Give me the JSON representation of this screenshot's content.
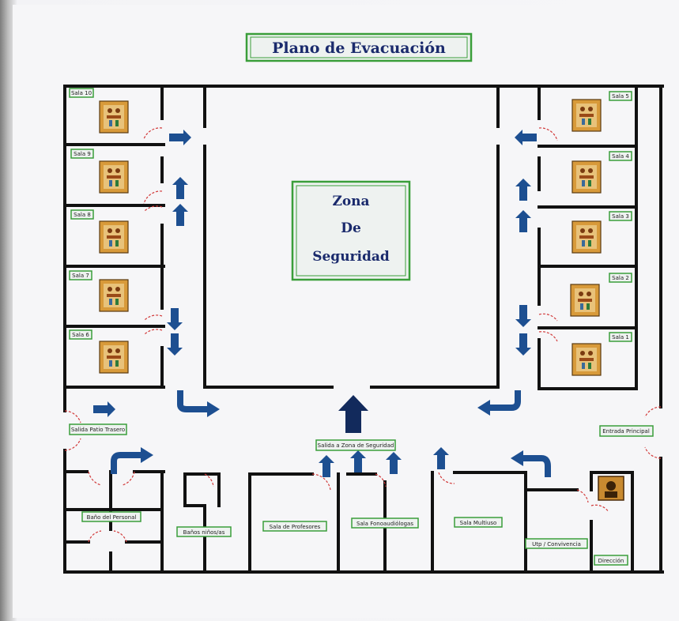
{
  "title": "Plano de Evacuación",
  "safe_zone": {
    "line1": "Zona",
    "line2": "De",
    "line3": "Seguridad"
  },
  "rooms_left": [
    "Sala 10",
    "Sala 9",
    "Sala 8",
    "Sala 7",
    "Sala 6"
  ],
  "rooms_right": [
    "Sala 5",
    "Sala 4",
    "Sala 3",
    "Sala 2",
    "Sala 1"
  ],
  "labels": {
    "rear_exit": "Salida Patio Trasero",
    "main_entrance": "Entrada Principal",
    "safe_zone_exit": "Salida a Zona de Seguridad",
    "staff_bathroom": "Baño del Personal",
    "kids_bathrooms": "Baños niños/as",
    "teachers_room": "Sala de Profesores",
    "speech_room": "Sala Fonoaudiólogas",
    "multi_room": "Sala Multiuso",
    "utp": "Utp / Convivencia",
    "direction": "Dirección"
  },
  "colors": {
    "wall": "#111111",
    "arrow": "#1d4f91",
    "door": "#d23b3b",
    "label_border": "#3a9e3a",
    "title_text": "#1a2a6c"
  },
  "icons": {
    "room_picture": "tribal-poster-icon",
    "director_picture": "portrait-icon",
    "arrow": "evacuation-arrow-icon"
  }
}
